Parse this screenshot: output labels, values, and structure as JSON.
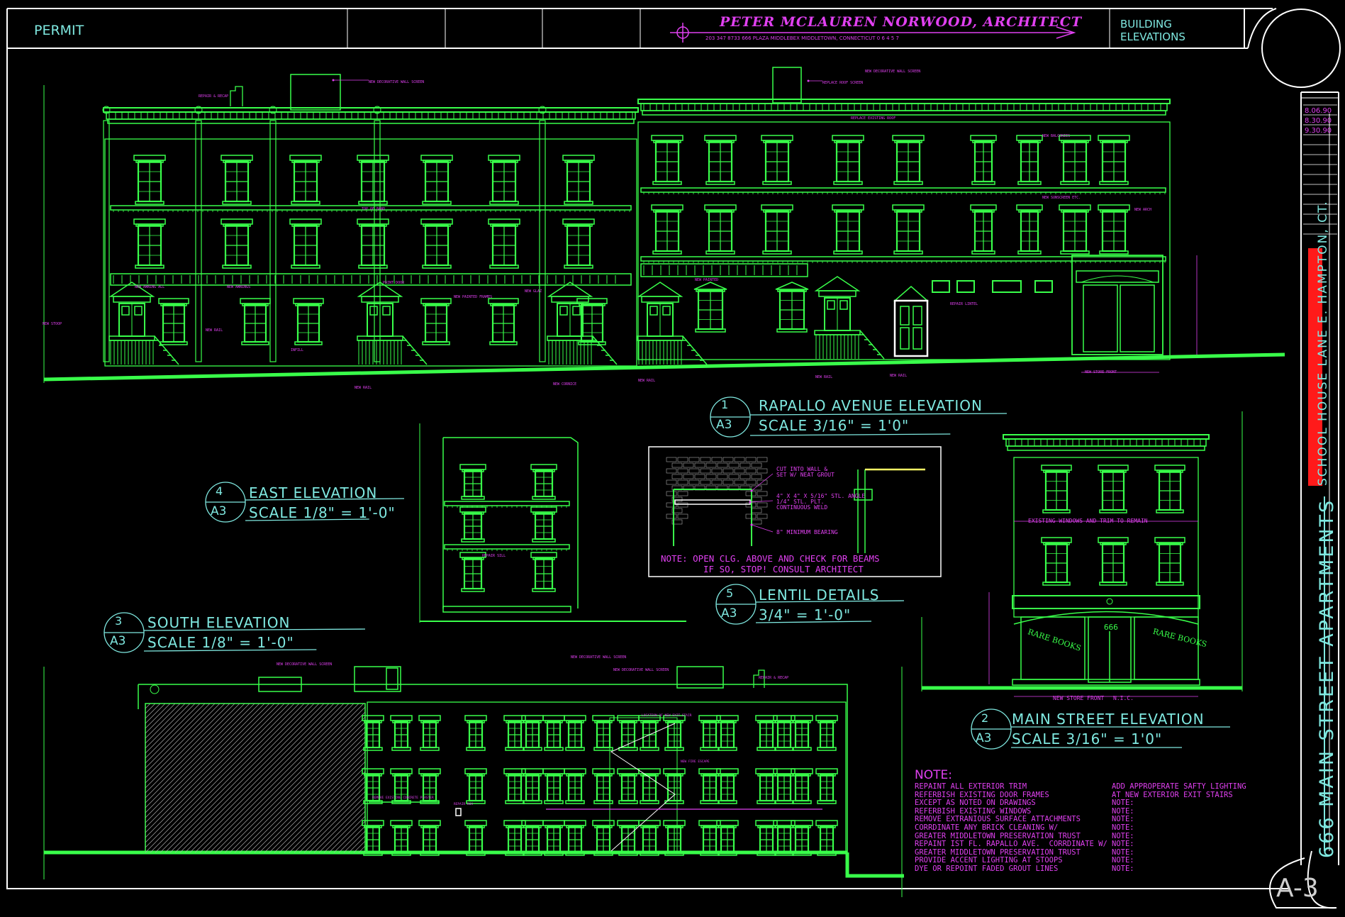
{
  "title_block": {
    "permit": "PERMIT",
    "architect": "PETER MCLAUREN NORWOOD, ARCHITECT",
    "architect_address": "203 347 8733     666 PLAZA MIDDLEBEX     MIDDLETOWN, CONNECTICUT     0 6 4 5 7",
    "sheet_title_1": "BUILDING",
    "sheet_title_2": "ELEVATIONS",
    "dates": [
      "8.06.90",
      "8.30.90",
      "9.30.90"
    ],
    "project": "666 MAIN STREET APARTMENTS",
    "site": "SCHOOL HOUSE LANE  E. HAMPTON, CT.",
    "sheet_number": "A-3"
  },
  "views": [
    {
      "num": "1",
      "sheet": "A3",
      "name": "RAPALLO AVENUE ELEVATION",
      "scale": "SCALE 3/16\" = 1'0\""
    },
    {
      "num": "2",
      "sheet": "A3",
      "name": "MAIN STREET ELEVATION",
      "scale": "SCALE 3/16\" = 1'0\""
    },
    {
      "num": "3",
      "sheet": "A3",
      "name": "SOUTH ELEVATION",
      "scale": "SCALE 1/8\" = 1'-0\""
    },
    {
      "num": "4",
      "sheet": "A3",
      "name": "EAST ELEVATION",
      "scale": "SCALE 1/8\" = 1'-0\""
    },
    {
      "num": "5",
      "sheet": "A3",
      "name": "LENTIL DETAILS",
      "scale": "3/4\" = 1'-0\""
    }
  ],
  "lentil": {
    "note_1": "NOTE:  OPEN CLG. ABOVE AND CHECK FOR BEAMS",
    "note_2": "IF SO, STOP!     CONSULT ARCHITECT",
    "callouts": [
      "CUT INTO WALL &",
      "SET W/ NEAT GROUT",
      "4\" X 4\" X 5/16\" STL. ANGLE",
      "1/4\" STL. PLT.",
      "CONTINUOUS WELD",
      "8\" MINIMUM BEARING"
    ]
  },
  "storefront": {
    "sign_left": "RARE BOOKS",
    "sign_right": "RARE BOOKS",
    "address_number": "666",
    "dim_label": "NEW STORE FRONT",
    "nic": "N.I.C.",
    "windows_note": "EXISTING WINDOWS AND TRIM TO REMAIN"
  },
  "notes": {
    "heading": "NOTE:",
    "left": [
      "REPAINT ALL EXTERIOR TRIM",
      "REFERBISH EXISTING DOOR FRAMES",
      "EXCEPT AS NOTED ON DRAWINGS",
      "REFERBISH EXISTING WINDOWS",
      "REMOVE EXTRANIOUS SURFACE ATTACHMENTS",
      "CORRDINATE ANY BRICK CLEANING W/",
      "GREATER MIDDLETOWN PRESERVATION TRUST",
      "REPAINT IST FL. RAPALLO AVE.  CORRDINATE W/",
      "GREATER MIDDLETOWN PRESERVATION TRUST",
      "PROVIDE ACCENT LIGHTING AT STOOPS",
      "DYE OR REPOINT FADED GROUT LINES"
    ],
    "right": [
      "ADD APPROPERATE SAFTY LIGHTING",
      "AT NEW EXTERIOR EXIT STAIRS",
      "NOTE:",
      "NOTE:",
      "NOTE:",
      "NOTE:",
      "NOTE:",
      "NOTE:",
      "NOTE:",
      "NOTE:",
      "NOTE:"
    ]
  },
  "colors": {
    "line": "#39ff4a",
    "text": "#7fe8e0",
    "annotation": "#e040f0",
    "frame": "#ffffff",
    "highlight": "#ff1a1a",
    "yellow": "#ffff66"
  }
}
